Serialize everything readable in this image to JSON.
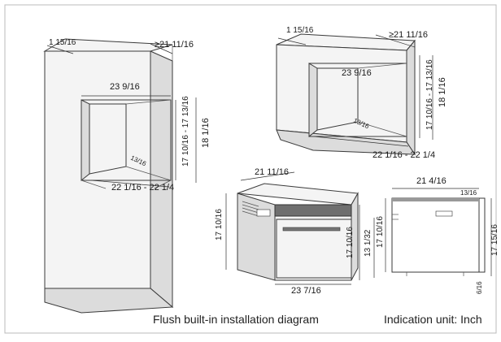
{
  "cabinet_tall": {
    "depth_label": "1 15/16",
    "width_label": "≥21 11/16",
    "opening_width_label": "23 9/16",
    "opening_height_label": "17 10/16 - 17 13/16",
    "overall_height_label": "18 1/16",
    "offset_label": "13/16",
    "opening_depth_label": "22 1/16 - 22 1/4"
  },
  "cabinet_base": {
    "depth_label": "1 15/16",
    "width_label": "≥21 11/16",
    "opening_width_label": "23 9/16",
    "opening_height_label": "17 10/16 - 17 13/16",
    "overall_height_label": "18 1/16",
    "offset_label": "13/16",
    "opening_depth_label": "22 1/16 - 22 1/4"
  },
  "oven_iso": {
    "depth_label": "21 11/16",
    "height_label": "17 10/16",
    "front_height_label": "17 10/16",
    "door_height_label": "13 1/32",
    "width_label": "23 7/16"
  },
  "oven_side": {
    "depth_label": "21 4/16",
    "overhang_label": "13/16",
    "height_label": "17 10/16",
    "full_height_label": "17 15/16",
    "foot_label": "6/16"
  },
  "captions": {
    "title": "Flush built-in installation diagram",
    "unit": "Indication unit: Inch"
  }
}
